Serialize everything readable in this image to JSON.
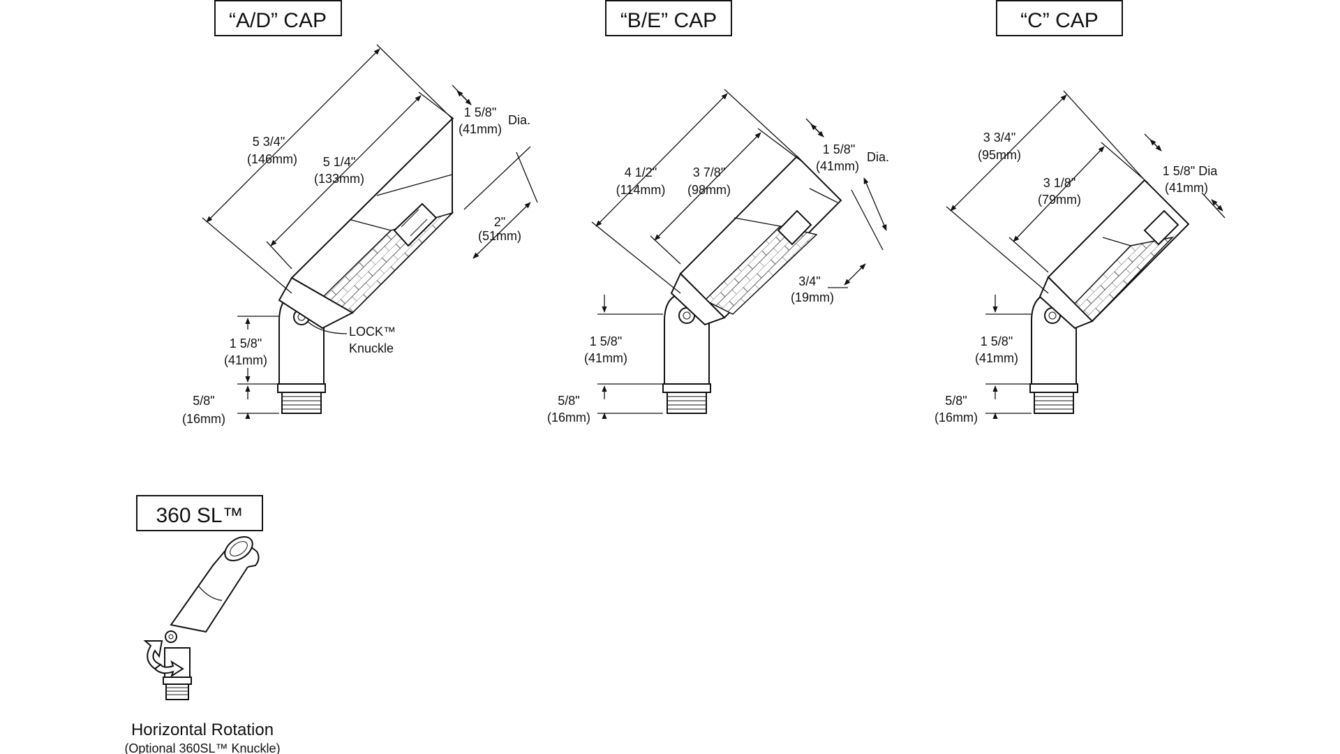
{
  "ad_cap": {
    "title": "“A/D” CAP",
    "overall_length": "5 3/4\"",
    "overall_length_mm": "(146mm)",
    "body_length": "5 1/4\"",
    "body_length_mm": "(133mm)",
    "diameter": "1 5/8\"",
    "diameter_mm": "(41mm)",
    "dia_label": "Dia.",
    "cap_depth": "2\"",
    "cap_depth_mm": "(51mm)",
    "knuckle_height": "1 5/8\"",
    "knuckle_height_mm": "(41mm)",
    "thread_height": "5/8\"",
    "thread_height_mm": "(16mm)",
    "lock_label": "LOCK™",
    "knuckle_label": "Knuckle"
  },
  "be_cap": {
    "title": "“B/E” CAP",
    "overall_length": "4 1/2\"",
    "overall_length_mm": "(114mm)",
    "body_length": "3 7/8\"",
    "body_length_mm": "(98mm)",
    "diameter": "1 5/8\"",
    "diameter_mm": "(41mm)",
    "dia_label": "Dia.",
    "cap_depth": "3/4\"",
    "cap_depth_mm": "(19mm)",
    "knuckle_height": "1 5/8\"",
    "knuckle_height_mm": "(41mm)",
    "thread_height": "5/8\"",
    "thread_height_mm": "(16mm)"
  },
  "c_cap": {
    "title": "“C” CAP",
    "overall_length": "3 3/4\"",
    "overall_length_mm": "(95mm)",
    "body_length": "3 1/8\"",
    "body_length_mm": "(79mm)",
    "diameter": "1 5/8\" Dia",
    "diameter_mm": "(41mm)",
    "knuckle_height": "1 5/8\"",
    "knuckle_height_mm": "(41mm)",
    "thread_height": "5/8\"",
    "thread_height_mm": "(16mm)"
  },
  "sl360": {
    "title": "360 SL™",
    "caption": "Horizontal Rotation",
    "subcaption": "(Optional 360SL™ Knuckle)"
  }
}
